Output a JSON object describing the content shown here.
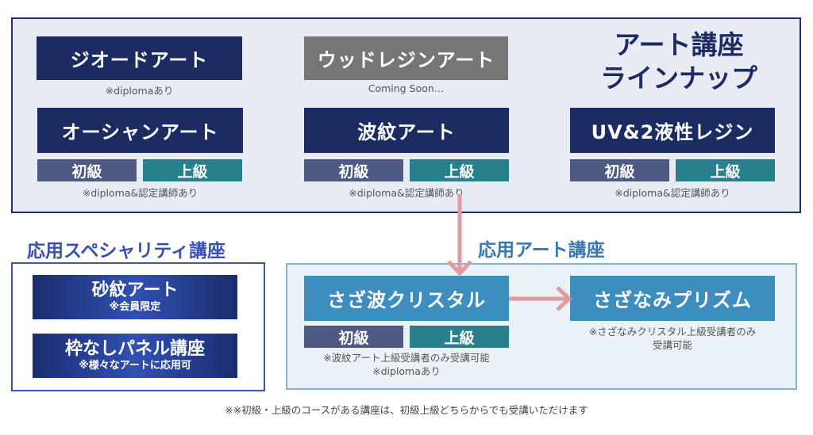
{
  "top_section": {
    "heading_line1": "アート講座",
    "heading_line2": "ラインナップ",
    "geode": {
      "title": "ジオードアート",
      "note": "※diplomaあり"
    },
    "wood": {
      "title": "ウッドレジンアート",
      "note": "Coming Soon…"
    },
    "ocean": {
      "title": "オーシャンアート",
      "level1": "初級",
      "level2": "上級",
      "note": "※diploma&認定講師あり"
    },
    "hamon": {
      "title": "波紋アート",
      "level1": "初級",
      "level2": "上級",
      "note": "※diploma&認定講師あり"
    },
    "uv": {
      "title": "UV&2液性レジン",
      "level1": "初級",
      "level2": "上級",
      "note": "※diploma&認定講師あり"
    }
  },
  "specialty_section": {
    "heading": "応用スペシャリティ講座",
    "sand": {
      "title": "砂紋アート",
      "sub": "※会員限定"
    },
    "frameless": {
      "title": "枠なしパネル講座",
      "sub": "※様々なアートに応用可"
    }
  },
  "applied_section": {
    "heading": "応用アート講座",
    "crystal": {
      "title": "さざ波クリスタル",
      "level1": "初級",
      "level2": "上級",
      "note_line1": "※波紋アート上級受講者のみ受講可能",
      "note_line2": "※diplomaあり"
    },
    "prism": {
      "title": "さざなみプリズム",
      "note_line1": "※さざなみクリスタル上級受講者のみ",
      "note_line2": "受講可能"
    }
  },
  "footer": "※※初級・上級のコースがある講座は、初級上級どちらからでも受講いただけます",
  "colors": {
    "navy": "#1c2c62",
    "level_beginner": "#4e5a83",
    "level_advanced": "#2a7f8d",
    "applied_blue": "#3d8dbe",
    "arrow": "#e09aa0"
  }
}
